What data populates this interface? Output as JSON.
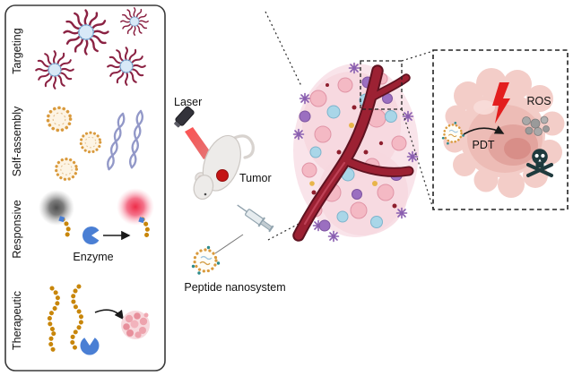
{
  "figure": {
    "left_panel": {
      "sections": [
        {
          "label": "Targeting"
        },
        {
          "label": "Self-assembly"
        },
        {
          "label": "Responsive",
          "enzyme_label": "Enzyme"
        },
        {
          "label": "Therapeutic"
        }
      ]
    },
    "center": {
      "laser_label": "Laser",
      "tumor_label": "Tumor",
      "nanosystem_label": "Peptide nanosystem"
    },
    "inset": {
      "pdt_label": "PDT",
      "ros_label": "ROS"
    },
    "colors": {
      "spike_maroon": "#8b2243",
      "vesicle_orange": "#d99a3d",
      "fibril_purple": "#9298c8",
      "bead_gold": "#c8860a",
      "enzyme_blue": "#4a7fd4",
      "vessel_red": "#9c2133",
      "cell_pink": "#f4b9c4",
      "cell_blue": "#a9d6e8",
      "cell_purple": "#9b6fc0",
      "tumor_red": "#c41414",
      "lightning_red": "#e31e1e",
      "ros_gray": "#9a9a9a",
      "skull_dark": "#1f3a3d"
    }
  }
}
